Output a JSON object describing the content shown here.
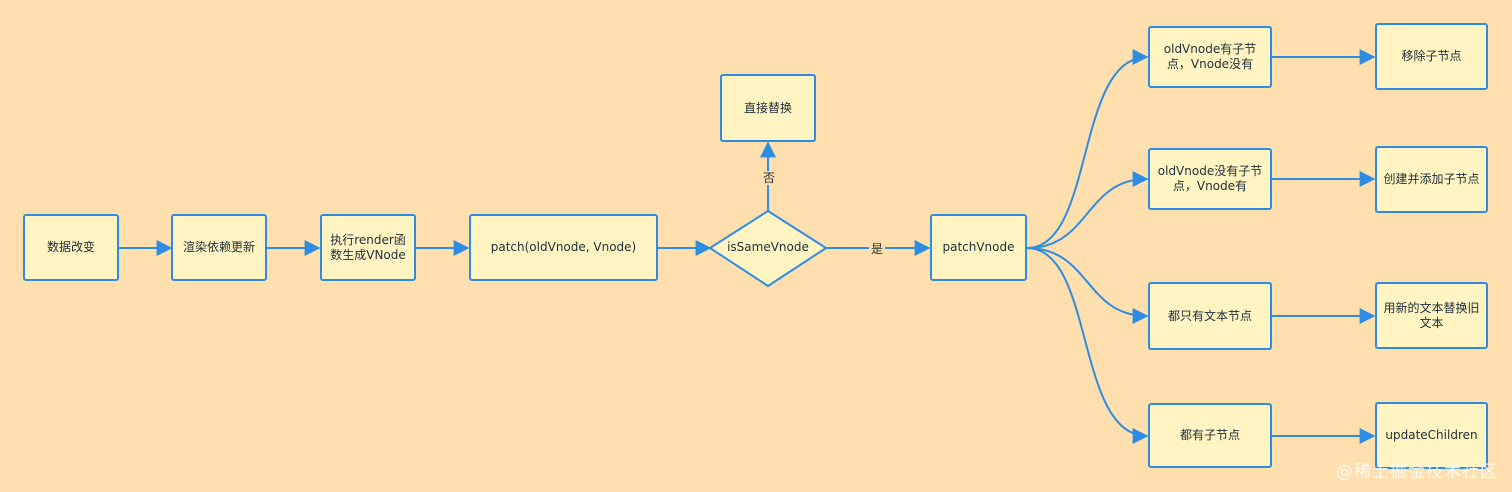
{
  "nodes": {
    "data_change": "数据改变",
    "render_deps": "渲染依赖更新",
    "exec_render": "执行render函数生成VNode",
    "patch": "patch(oldVnode, Vnode)",
    "is_same": "isSameVnode",
    "replace": "直接替换",
    "patch_vnode": "patchVnode",
    "old_has_children": "oldVnode有子节点，Vnode没有",
    "remove_children": "移除子节点",
    "old_no_children": "oldVnode没有子节点，Vnode有",
    "create_children": "创建并添加子节点",
    "both_text": "都只有文本节点",
    "replace_text": "用新的文本替换旧文本",
    "both_children": "都有子节点",
    "update_children": "updateChildren"
  },
  "edge_labels": {
    "no": "否",
    "yes": "是"
  },
  "watermark": "@稀土掘金技术社区",
  "colors": {
    "background": "#FFDFAE",
    "node_fill": "#FFF4C2",
    "stroke": "#2C8DE3"
  }
}
